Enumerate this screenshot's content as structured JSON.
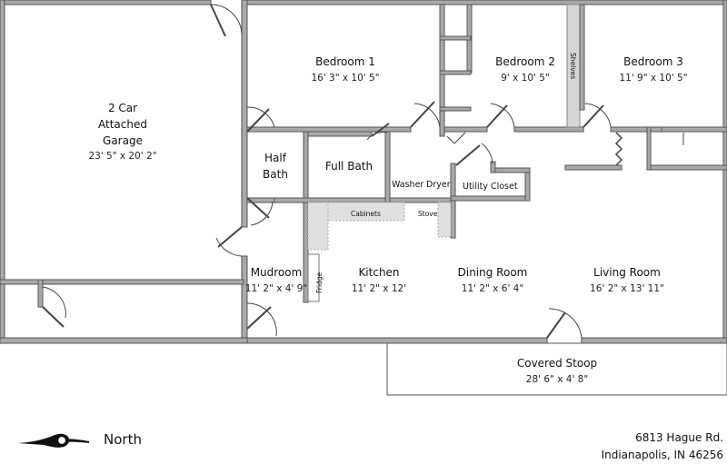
{
  "rooms": {
    "garage": {
      "name_lines": [
        "2 Car",
        "Attached",
        "Garage"
      ],
      "dims": "23' 5\" x 20' 2\""
    },
    "bedroom1": {
      "name": "Bedroom 1",
      "dims": "16' 3\" x 10' 5\""
    },
    "bedroom2": {
      "name": "Bedroom 2",
      "dims": "9' x 10' 5\""
    },
    "bedroom3": {
      "name": "Bedroom 3",
      "dims": "11' 9\" x 10' 5\""
    },
    "half_bath": {
      "name_lines": [
        "Half",
        "Bath"
      ]
    },
    "full_bath": {
      "name": "Full Bath"
    },
    "mudroom": {
      "name": "Mudroom",
      "dims": "11' 2\" x 4' 9\""
    },
    "kitchen": {
      "name": "Kitchen",
      "dims": "11' 2\" x 12'"
    },
    "dining": {
      "name": "Dining Room",
      "dims": "11' 2\" x 6' 4\""
    },
    "living": {
      "name": "Living Room",
      "dims": "16' 2\" x 13' 11\""
    },
    "stoop": {
      "name": "Covered Stoop",
      "dims": "28' 6\" x 4' 8\""
    }
  },
  "fixtures": {
    "washer": "Washer",
    "dryer": "Dryer",
    "utility_closet": "Utility Closet",
    "cabinets": "Cabinets",
    "stove": "Stove",
    "fridge": "Fridge",
    "shelves": "Shelves"
  },
  "compass": {
    "label": "North",
    "icon": "north-arrow-icon"
  },
  "address": {
    "line1": "6813 Hague Rd.",
    "line2": "Indianapolis, IN 46256"
  }
}
